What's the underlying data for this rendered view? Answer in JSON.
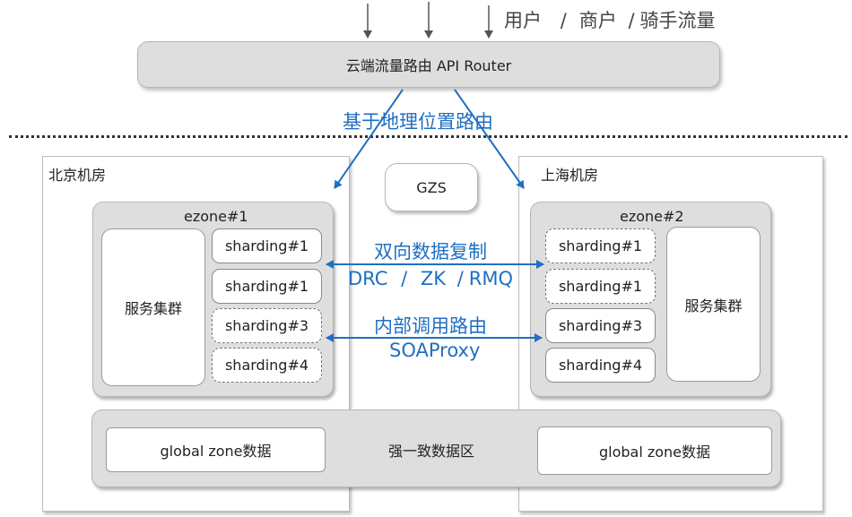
{
  "traffic": {
    "users": "用户",
    "sep1": "/",
    "merchants": "商户",
    "sep2": "/",
    "riders": "骑手流量"
  },
  "router": {
    "label": "云端流量路由 API Router"
  },
  "geo_routing": {
    "label": "基于地理位置路由"
  },
  "gzs": {
    "label": "GZS"
  },
  "beijing": {
    "room_label": "北京机房",
    "ezone_label": "ezone#1",
    "cluster_label": "服务集群",
    "shards": [
      {
        "label": "sharding#1",
        "style": "solid"
      },
      {
        "label": "sharding#1",
        "style": "solid"
      },
      {
        "label": "sharding#3",
        "style": "dashed"
      },
      {
        "label": "sharding#4",
        "style": "dashed"
      }
    ]
  },
  "shanghai": {
    "room_label": "上海机房",
    "ezone_label": "ezone#2",
    "cluster_label": "服务集群",
    "shards": [
      {
        "label": "sharding#1",
        "style": "dashed"
      },
      {
        "label": "sharding#1",
        "style": "dashed"
      },
      {
        "label": "sharding#3",
        "style": "solid"
      },
      {
        "label": "sharding#4",
        "style": "solid"
      }
    ]
  },
  "replication": {
    "title": "双向数据复制",
    "drc": "DRC",
    "zk": "ZK",
    "rmq": "RMQ",
    "sep": "/"
  },
  "internal_routing": {
    "title": "内部调用路由",
    "subtitle": "SOAProxy"
  },
  "strong_consistency": {
    "label": "强一致数据区",
    "left_box": "global zone数据",
    "right_box": "global zone数据"
  },
  "colors": {
    "accent_blue": "#1f6fc2",
    "panel_gray": "#dedede",
    "border_gray": "#b5b5b5"
  }
}
